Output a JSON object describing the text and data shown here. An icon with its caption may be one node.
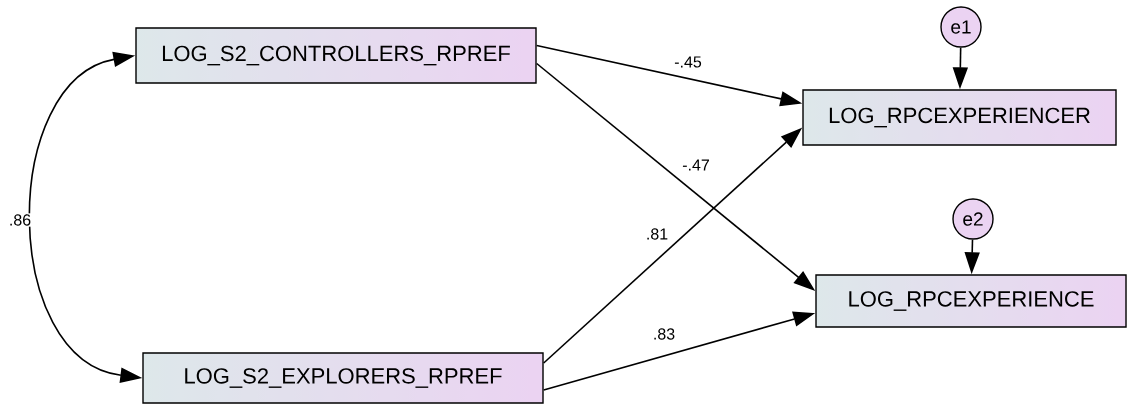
{
  "diagram": {
    "nodes": [
      {
        "text": [
          "LOG_S2_CONTROLLERS_RPREF"
        ]
      },
      {
        "text": [
          "e1"
        ]
      },
      {
        "text": [
          "LOG_RPCEXPERIENCER"
        ]
      },
      {
        "text": [
          "e2"
        ]
      },
      {
        "text": [
          "LOG_RPCEXPERIENCE"
        ]
      },
      {
        "text": [
          "LOG_S2_EXPLORERS_RPREF"
        ]
      }
    ],
    "edges": [
      {
        "from": 0,
        "to": 2,
        "arrow": "to",
        "label": "-.45"
      },
      {
        "from": 0,
        "to": 4,
        "arrow": "to",
        "label": "-.47"
      },
      {
        "from": 5,
        "to": 2,
        "arrow": "to",
        "label": ".81"
      },
      {
        "from": 5,
        "to": 4,
        "arrow": "to",
        "label": ".83"
      },
      {
        "from": 1,
        "to": 2,
        "arrow": "to"
      },
      {
        "from": 3,
        "to": 4,
        "arrow": "to"
      },
      {
        "from": 0,
        "to": 5,
        "arrow": "both",
        "label": ".86"
      }
    ]
  }
}
